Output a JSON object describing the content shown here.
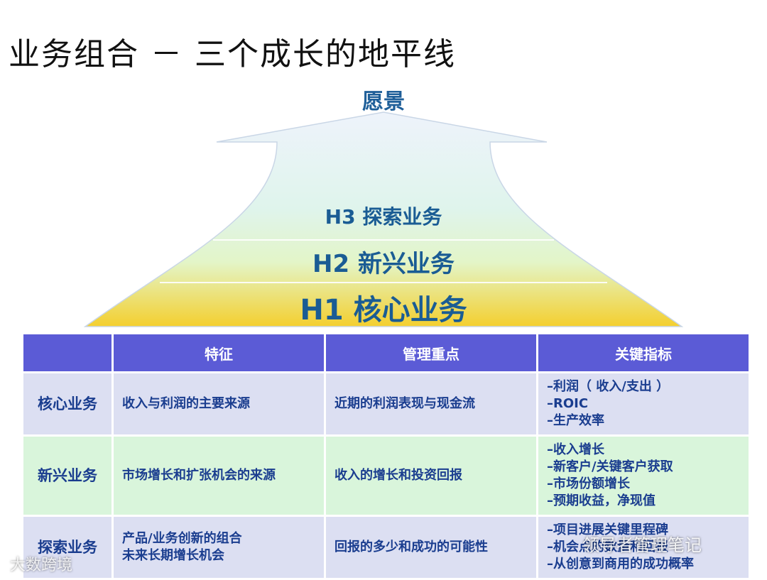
{
  "title": "业务组合 － 三个成长的地平线",
  "vision": "愿景",
  "horizons": {
    "h3": "H3 探索业务",
    "h2": "H2 新兴业务",
    "h1": "H1 核心业务"
  },
  "colors": {
    "header": "#5b5bd6",
    "row_blue": "#dcdff2",
    "row_green": "#d9f5db",
    "text_blue": "#1a3d8f",
    "arrow_top": "#e9f0fb",
    "arrow_mid": "#c9f0d9",
    "arrow_bottom": "#f5d33a"
  },
  "table": {
    "headers": [
      "",
      "特征",
      "管理重点",
      "关键指标"
    ],
    "rows": [
      {
        "name": "核心业务",
        "feature": "收入与利润的主要来源",
        "focus": "近期的利润表现与现金流",
        "metrics": [
          "–利润（ 收入/支出 ）",
          "–ROIC",
          "–生产效率"
        ]
      },
      {
        "name": "新兴业务",
        "feature": "市场增长和扩张机会的来源",
        "focus": "收入的增长和投资回报",
        "metrics": [
          "–收入增长",
          "–新客户/关键客户获取",
          "–市场份额增长",
          "–预期收益，净现值"
        ]
      },
      {
        "name": "探索业务",
        "feature": "产品/业务创新的组合\n未来长期增长机会",
        "focus": "回报的多少和成功的可能性",
        "metrics": [
          "–项目进展关键里程碑",
          "–机会点的数量和回报",
          "–从创意到商用的成功概率"
        ]
      }
    ]
  },
  "watermarks": {
    "left": "大数跨境",
    "right": "领导者管理笔记"
  }
}
